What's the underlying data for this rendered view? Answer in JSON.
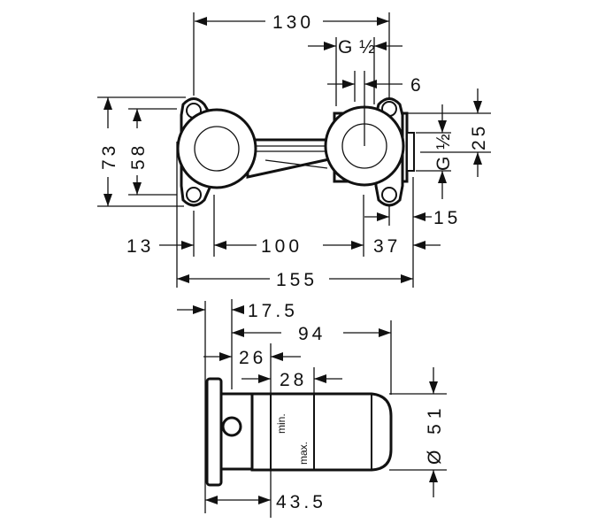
{
  "drawing": {
    "top_view": {
      "dim_130": "130",
      "dim_g_half_top": "G ½",
      "dim_6": "6",
      "dim_73": "73",
      "dim_58": "58",
      "dim_25": "25",
      "dim_g_half_right": "G ½",
      "dim_15": "15",
      "dim_13": "13",
      "dim_100": "100",
      "dim_37": "37",
      "dim_155": "155"
    },
    "side_view": {
      "dim_17_5": "17.5",
      "dim_94": "94",
      "dim_26": "26",
      "dim_28": "28",
      "dim_51": "Ø 51",
      "dim_43_5": "43.5",
      "label_min": "min.",
      "label_max": "max."
    }
  }
}
